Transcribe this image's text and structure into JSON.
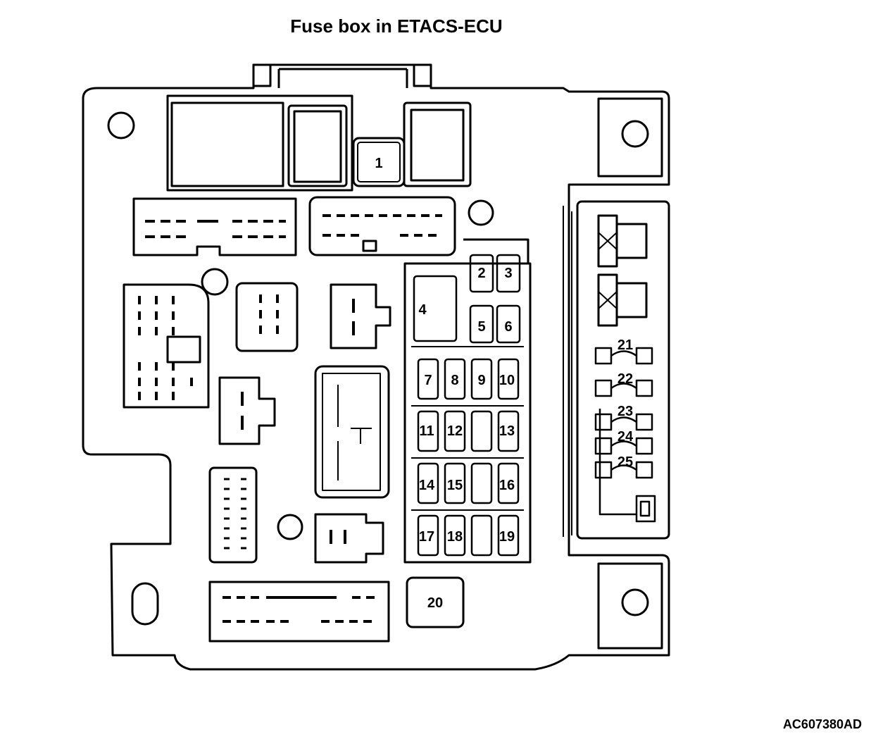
{
  "title": "Fuse box in ETACS-ECU",
  "figure_id": "AC607380AD",
  "fuses": {
    "f1": "1",
    "f2": "2",
    "f3": "3",
    "f4": "4",
    "f5": "5",
    "f6": "6",
    "f7": "7",
    "f8": "8",
    "f9": "9",
    "f10": "10",
    "f11": "11",
    "f12": "12",
    "f13": "13",
    "f14": "14",
    "f15": "15",
    "f16": "16",
    "f17": "17",
    "f18": "18",
    "f19": "19",
    "f20": "20",
    "f21": "21",
    "f22": "22",
    "f23": "23",
    "f24": "24",
    "f25": "25"
  }
}
